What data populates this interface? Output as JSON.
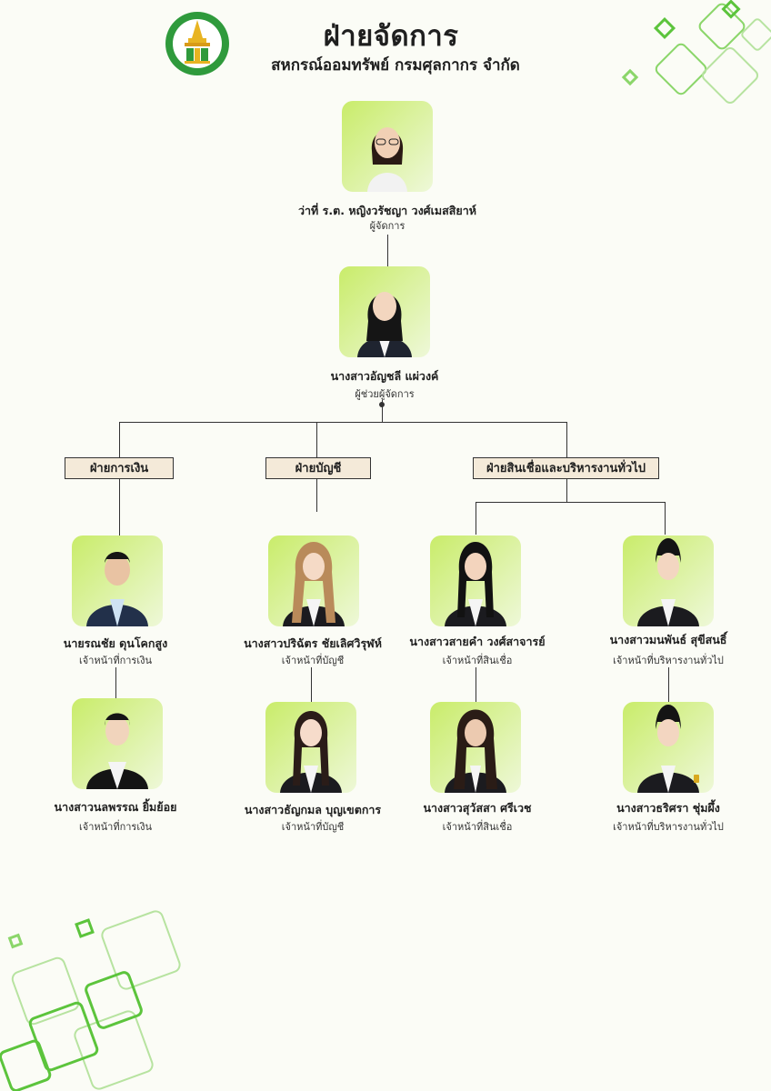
{
  "header": {
    "title": "ฝ่ายจัดการ",
    "subtitle": "สหกรณ์ออมทรัพย์ กรมศุลกากร จำกัด"
  },
  "colors": {
    "accent_green": "#5cc43c",
    "dept_fill": "#f4ead9",
    "line": "#333333"
  },
  "manager": {
    "name": "ว่าที่ ร.ต. หญิงวรัชญา  วงศ์เมสสิยาห์",
    "role": "ผู้จัดการ"
  },
  "assistant": {
    "name": "นางสาวอัญชลี  แผ่วงค์",
    "role": "ผู้ช่วยผู้จัดการ"
  },
  "departments": {
    "finance": "ฝ่ายการเงิน",
    "accounting": "ฝ่ายบัญชี",
    "credit": "ฝ่ายสินเชื่อและบริหารงานทั่วไป"
  },
  "staff": {
    "fin1": {
      "name": "นายรณชัย ดุนโคกสูง",
      "role": "เจ้าหน้าที่การเงิน"
    },
    "fin2": {
      "name": "นางสาวนลพรรณ ยิ้มย้อย",
      "role": "เจ้าหน้าที่การเงิน"
    },
    "acc1": {
      "name": "นางสาวปริฉัตร ชัยเลิศวิรุฬห์",
      "role": "เจ้าหน้าที่บัญชี"
    },
    "acc2": {
      "name": "นางสาวธัญกมล บุญเขตการ",
      "role": "เจ้าหน้าที่บัญชี"
    },
    "cre1": {
      "name": "นางสาวสายคำ วงศ์สาจารย์",
      "role": "เจ้าหน้าที่สินเชื่อ"
    },
    "cre2": {
      "name": "นางสาวสุวัสสา ศรีเวช",
      "role": "เจ้าหน้าที่สินเชื่อ"
    },
    "gen1": {
      "name": "นางสาวมนพันธ์ สุขีสนธิ์",
      "role": "เจ้าหน้าที่บริหารงานทั่วไป"
    },
    "gen2": {
      "name": "นางสาวธริศรา ชุ่มผึ้ง",
      "role": "เจ้าหน้าที่บริหารงานทั่วไป"
    }
  }
}
